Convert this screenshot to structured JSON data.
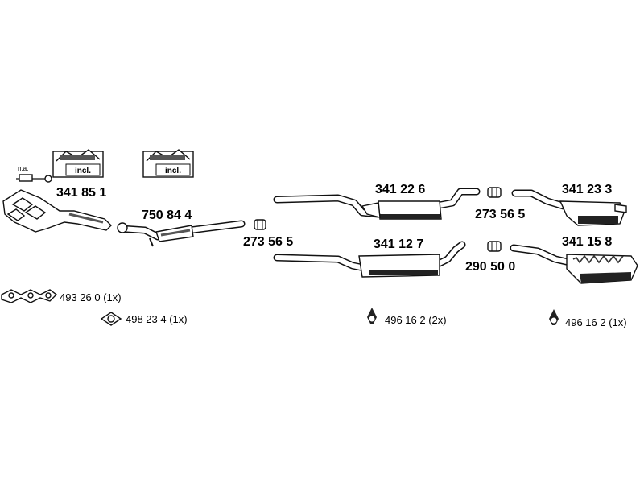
{
  "parts": {
    "manifold": "341 85 1",
    "catalyst": "750 84 4",
    "clamp_front": "273 56 5",
    "middle_upper": "341 22 6",
    "clamp_upper": "273 56 5",
    "rear_upper": "341 23 3",
    "middle_lower": "341 12 7",
    "clamp_lower": "290 50 0",
    "rear_lower": "341 15 8"
  },
  "accessories": {
    "gasket_manifold": "493 26 0 (1x)",
    "gasket_flange": "498 23 4 (1x)",
    "hanger_middle": "496 16 2 (2x)",
    "hanger_rear": "496 16 2 (1x)"
  },
  "kit_box_label": "incl.",
  "na_label": "n.a."
}
